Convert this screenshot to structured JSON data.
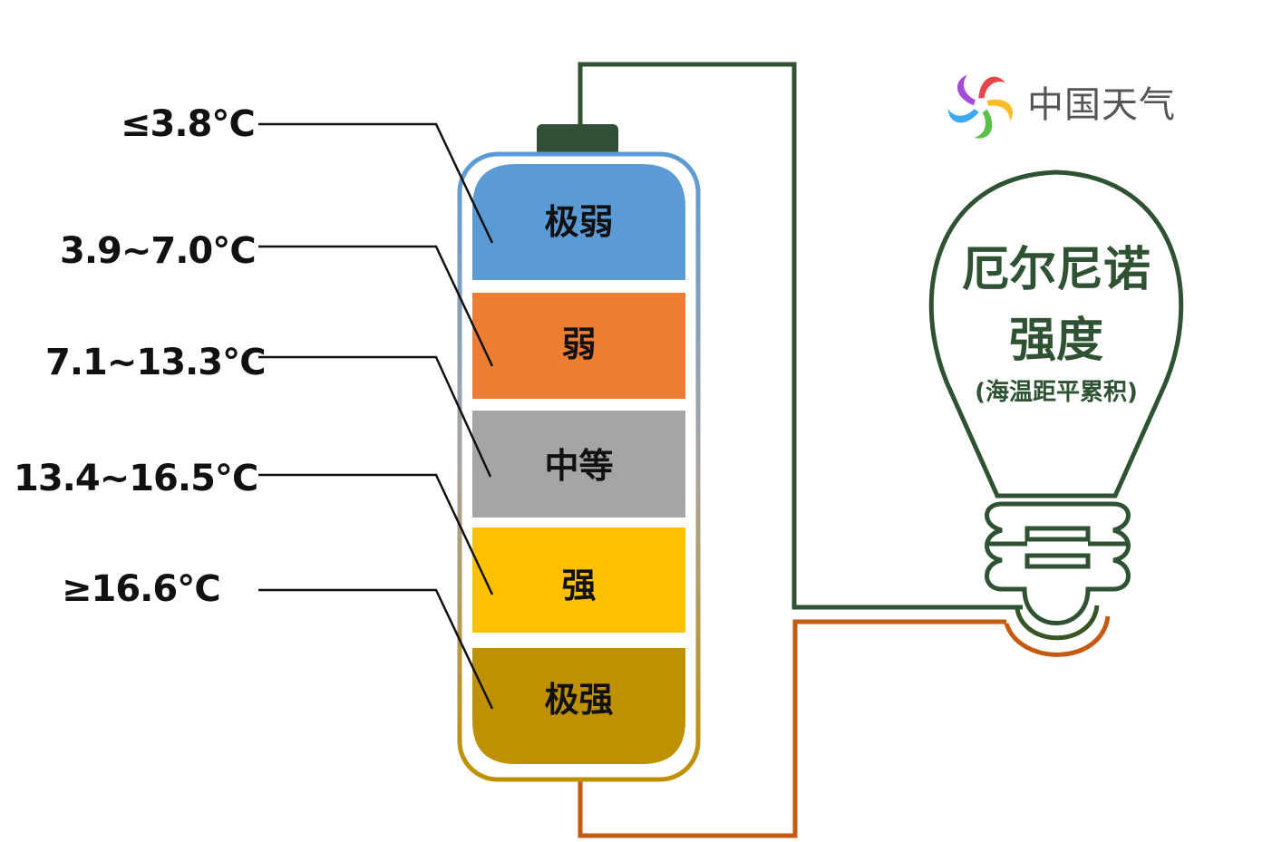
{
  "logo": {
    "text": "中国天气",
    "colors": [
      "#e8474a",
      "#fbbc2c",
      "#5cbf4a",
      "#3da8f0",
      "#a64bd9"
    ]
  },
  "battery": {
    "outline_gradient": [
      "#5b9bd5",
      "#bf9000"
    ],
    "terminal_color": "#334f35",
    "segments": [
      {
        "label": "极弱",
        "range": "≤3.8℃",
        "color": "#5b9bd5"
      },
      {
        "label": "弱",
        "range": "3.9~7.0℃",
        "color": "#ed7d31"
      },
      {
        "label": "中等",
        "range": "7.1~13.3℃",
        "color": "#a5a5a5"
      },
      {
        "label": "强",
        "range": "13.4~16.5℃",
        "color": "#ffc000"
      },
      {
        "label": "极强",
        "range": "≥16.6℃",
        "color": "#bf9000"
      }
    ]
  },
  "bulb": {
    "title_line1": "厄尔尼诺",
    "title_line2": "强度",
    "subtitle": "(海温距平累积)",
    "color": "#2f5233"
  },
  "wires": {
    "positive_color": "#2f5233",
    "negative_color": "#c55a11"
  }
}
